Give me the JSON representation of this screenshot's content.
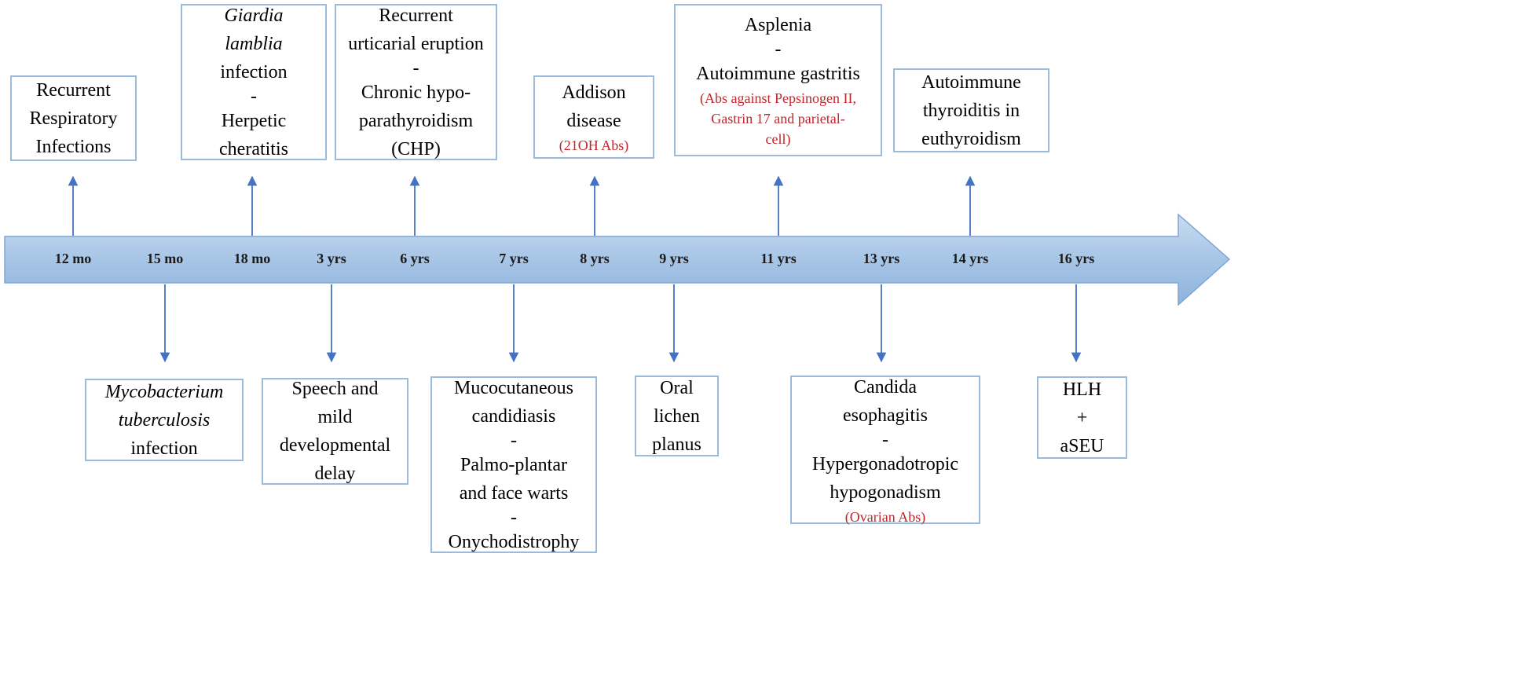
{
  "colors": {
    "timeline_fill_top": "#c9dcf0",
    "timeline_fill_mid": "#a7c5e6",
    "timeline_fill_bottom": "#8eb3dd",
    "timeline_edge": "#7fa6d4",
    "box_border": "#9bbbdc",
    "connector": "#4472c4",
    "antibody_text": "#c0262d"
  },
  "timeline": {
    "ages": [
      "12 mo",
      "15 mo",
      "18 mo",
      "3 yrs",
      "6 yrs",
      "7 yrs",
      "8 yrs",
      "9 yrs",
      "11 yrs",
      "13 yrs",
      "14 yrs",
      "16 yrs"
    ]
  },
  "events_above": [
    {
      "age": "12 mo",
      "lines": [
        {
          "text": "Recurrent"
        },
        {
          "text": "Respiratory"
        },
        {
          "text": "Infections"
        }
      ]
    },
    {
      "age": "18 mo",
      "lines": [
        {
          "text": "Giardia",
          "style": "it"
        },
        {
          "text": "lamblia",
          "style": "it"
        },
        {
          "text": "infection"
        },
        {
          "text": "-",
          "style": "sep"
        },
        {
          "text": "Herpetic"
        },
        {
          "text": "cheratitis"
        }
      ]
    },
    {
      "age": "6 yrs",
      "lines": [
        {
          "text": "Recurrent"
        },
        {
          "text": "urticarial  eruption"
        },
        {
          "text": "-",
          "style": "sep"
        },
        {
          "text": "Chronic hypo-"
        },
        {
          "text": "parathyroidism"
        },
        {
          "text": "(CHP)"
        }
      ]
    },
    {
      "age": "8 yrs",
      "lines": [
        {
          "text": "Addison"
        },
        {
          "text": "disease"
        },
        {
          "text": "(21OH Abs)",
          "style": "red"
        }
      ]
    },
    {
      "age": "11 yrs",
      "lines": [
        {
          "text": "Asplenia"
        },
        {
          "text": "-",
          "style": "sep"
        },
        {
          "text": "Autoimmune  gastritis"
        },
        {
          "text": "(Abs against Pepsinogen II,",
          "style": "red"
        },
        {
          "text": "Gastrin 17 and parietal-",
          "style": "red"
        },
        {
          "text": "cell)",
          "style": "red"
        }
      ]
    },
    {
      "age": "14 yrs",
      "lines": [
        {
          "text": "Autoimmune"
        },
        {
          "text": "thyroiditis  in"
        },
        {
          "text": "euthyroidism"
        }
      ]
    }
  ],
  "events_below": [
    {
      "age": "15 mo",
      "lines": [
        {
          "text": "Mycobacterium",
          "style": "it"
        },
        {
          "text": "tuberculosis",
          "style": "it"
        },
        {
          "text": "infection"
        }
      ]
    },
    {
      "age": "3 yrs",
      "lines": [
        {
          "text": "Speech and"
        },
        {
          "text": "mild"
        },
        {
          "text": "developmental"
        },
        {
          "text": "delay"
        }
      ]
    },
    {
      "age": "7 yrs",
      "lines": [
        {
          "text": "Mucocutaneous"
        },
        {
          "text": "candidiasis"
        },
        {
          "text": "-",
          "style": "sep"
        },
        {
          "text": "Palmo-plantar"
        },
        {
          "text": "and face warts"
        },
        {
          "text": "-",
          "style": "sep"
        },
        {
          "text": "Onychodistrophy"
        }
      ]
    },
    {
      "age": "9 yrs",
      "lines": [
        {
          "text": "Oral"
        },
        {
          "text": "lichen"
        },
        {
          "text": "planus"
        }
      ]
    },
    {
      "age": "13 yrs",
      "lines": [
        {
          "text": "Candida"
        },
        {
          "text": "esophagitis"
        },
        {
          "text": "-",
          "style": "sep"
        },
        {
          "text": "Hypergonadotropic"
        },
        {
          "text": "hypogonadism"
        },
        {
          "text": "(Ovarian Abs)",
          "style": "red"
        }
      ]
    },
    {
      "age": "16 yrs",
      "lines": [
        {
          "text": "HLH"
        },
        {
          "text": "+"
        },
        {
          "text": "aSEU"
        }
      ]
    }
  ]
}
